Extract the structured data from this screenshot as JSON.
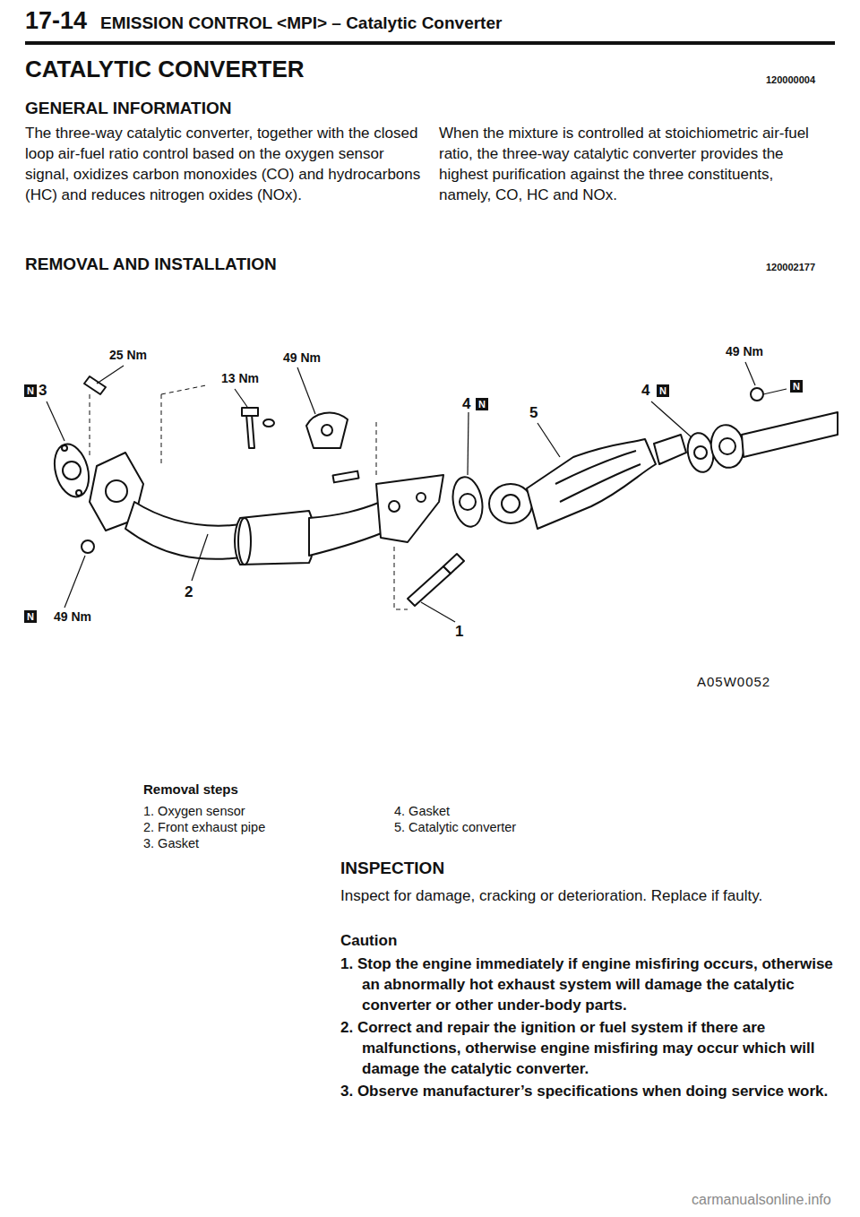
{
  "diagram": {
    "title": "CATALYTIC CONVERTER",
    "labels": [
      "17-14",
      "EMISSION CONTROL <MPI> – Catalytic Converter",
      "120000004",
      "GENERAL INFORMATION",
      "The three-way catalytic converter, together with the closed loop air-fuel ratio control based on the oxygen sensor signal, oxidizes carbon monoxides (CO) and hydrocarbons (HC) and reduces nitrogen oxides (NOx).",
      "When the mixture is controlled at stoichiometric air-fuel ratio, the three-way catalytic converter provides the highest purification against the three constituents, namely, CO, HC and NOx.",
      "REMOVAL AND INSTALLATION",
      "120002177",
      "25 Nm",
      "49 Nm",
      "N",
      "3",
      "49 Nm",
      "4",
      "N",
      "N",
      "13 Nm",
      "5",
      "4",
      "N",
      "2",
      "N",
      "49 Nm",
      "1",
      "A05W0052",
      "Removal steps",
      "1. Oxygen sensor",
      "2. Front exhaust pipe",
      "3. Gasket",
      "4. Gasket",
      "5. Catalytic converter",
      "INSPECTION",
      "Inspect for damage, cracking or deterioration. Replace if faulty.",
      "Caution",
      "1. Stop the engine immediately if engine misfiring occurs, otherwise an abnormally hot exhaust system will damage the catalytic converter or other under-body parts.",
      "2. Correct and repair the ignition or fuel system if there are malfunctions, otherwise engine misfiring may occur which will damage the catalytic converter.",
      "3. Observe manufacturer’s specifications when doing service work.",
      "carmanualsonline.info"
    ]
  }
}
